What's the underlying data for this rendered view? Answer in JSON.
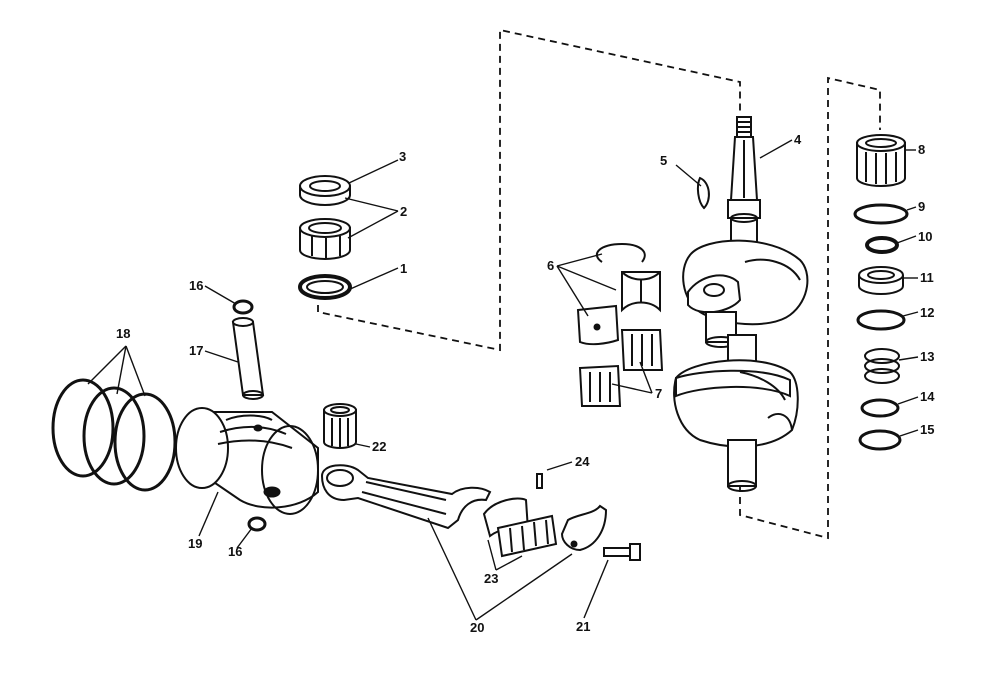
{
  "diagram": {
    "callouts": [
      {
        "id": "c1",
        "text": "1"
      },
      {
        "id": "c2",
        "text": "2"
      },
      {
        "id": "c3",
        "text": "3"
      },
      {
        "id": "c4",
        "text": "4"
      },
      {
        "id": "c5",
        "text": "5"
      },
      {
        "id": "c6",
        "text": "6"
      },
      {
        "id": "c7",
        "text": "7"
      },
      {
        "id": "c8",
        "text": "8"
      },
      {
        "id": "c9",
        "text": "9"
      },
      {
        "id": "c10",
        "text": "10"
      },
      {
        "id": "c11",
        "text": "11"
      },
      {
        "id": "c12",
        "text": "12"
      },
      {
        "id": "c13",
        "text": "13"
      },
      {
        "id": "c14",
        "text": "14"
      },
      {
        "id": "c15",
        "text": "15"
      },
      {
        "id": "c16a",
        "text": "16"
      },
      {
        "id": "c16b",
        "text": "16"
      },
      {
        "id": "c17",
        "text": "17"
      },
      {
        "id": "c18",
        "text": "18"
      },
      {
        "id": "c19",
        "text": "19"
      },
      {
        "id": "c20",
        "text": "20"
      },
      {
        "id": "c21",
        "text": "21"
      },
      {
        "id": "c22",
        "text": "22"
      },
      {
        "id": "c23",
        "text": "23"
      },
      {
        "id": "c24",
        "text": "24"
      }
    ]
  }
}
